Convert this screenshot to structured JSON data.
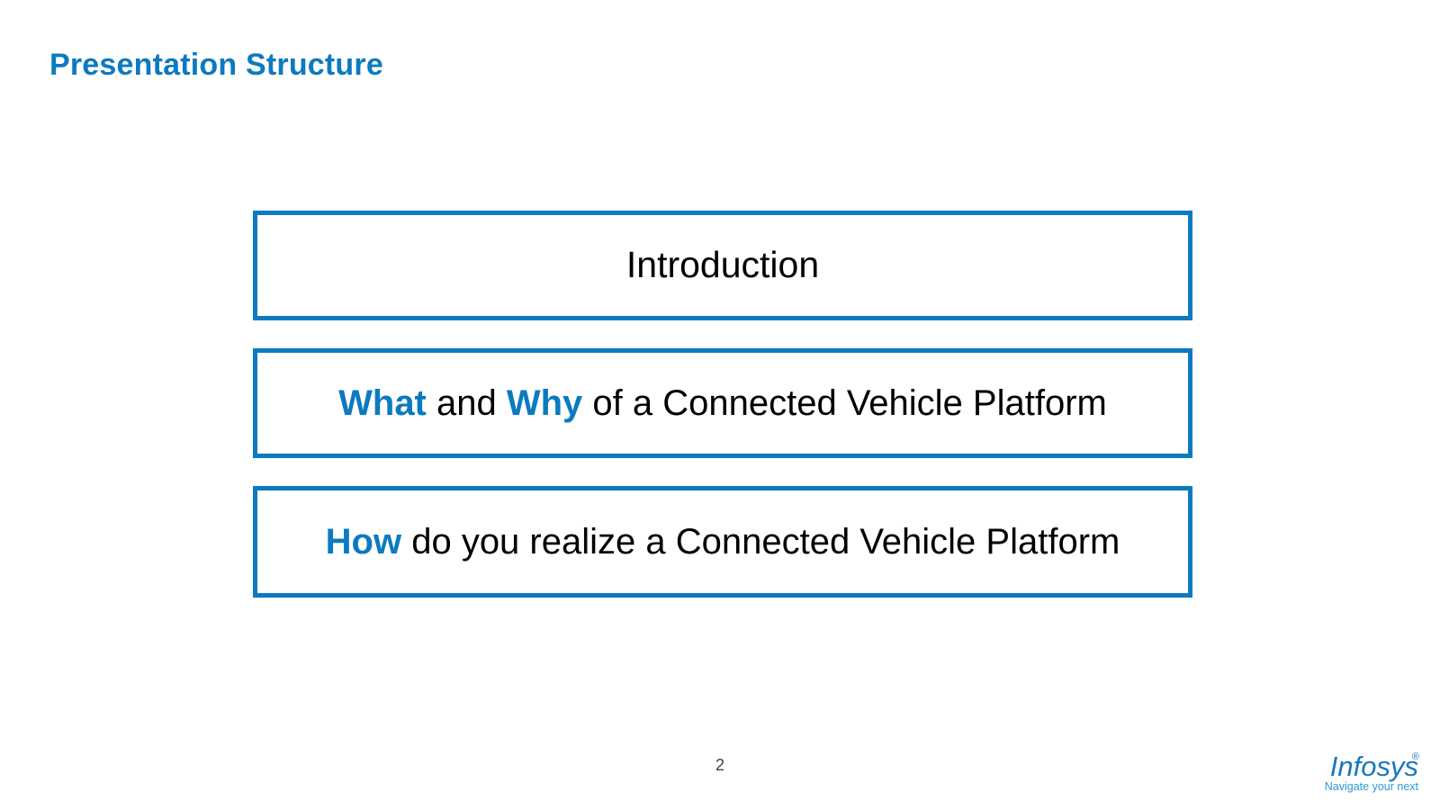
{
  "slide": {
    "title": "Presentation Structure",
    "page_number": "2",
    "background_color": "#ffffff",
    "accent_color": "#0c7ac0",
    "text_color": "#000000"
  },
  "boxes": [
    {
      "id": "introduction",
      "segments": [
        {
          "text": "Introduction",
          "emphasis": false
        }
      ],
      "full_text": "Introduction"
    },
    {
      "id": "what-and-why",
      "segments": [
        {
          "text": "What",
          "emphasis": true
        },
        {
          "text": " and ",
          "emphasis": false
        },
        {
          "text": "Why",
          "emphasis": true
        },
        {
          "text": " of a Connected Vehicle Platform",
          "emphasis": false
        }
      ],
      "full_text": "What and Why of a Connected Vehicle Platform"
    },
    {
      "id": "how",
      "segments": [
        {
          "text": "How",
          "emphasis": true
        },
        {
          "text": " do you realize a Connected Vehicle Platform",
          "emphasis": false
        }
      ],
      "full_text": "How do you realize a Connected Vehicle Platform"
    }
  ],
  "logo": {
    "name": "infosys-logo",
    "wordmark": "Infosys",
    "trademark": "®",
    "tagline": "Navigate your next",
    "wordmark_color": "#1878be",
    "tagline_color": "#2b9ad6"
  }
}
